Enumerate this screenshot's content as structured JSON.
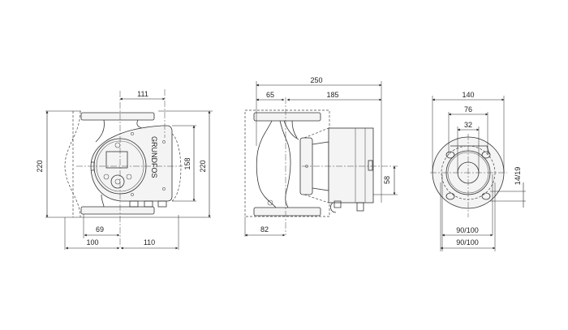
{
  "drawing": {
    "colors": {
      "line": "#333333",
      "background": "#ffffff",
      "fill": "#f4f4f4"
    },
    "front_view": {
      "dims": {
        "top_width": "111",
        "left_height": "220",
        "right_height": "220",
        "inner_height": "158",
        "bottom_69": "69",
        "bottom_100": "100",
        "bottom_110": "110"
      },
      "brand_text": "GRUNDFOS"
    },
    "side_view": {
      "dims": {
        "overall_length": "250",
        "flange_offset": "65",
        "motor_length": "185",
        "center_height": "58",
        "bottom_82": "82"
      }
    },
    "flange_view": {
      "dims": {
        "outer_diameter": "140",
        "bolt_circle": "76",
        "bore": "32",
        "bolt_hole": "14/19",
        "pcd_inner": "90/100",
        "pcd_outer": "90/100"
      }
    }
  }
}
